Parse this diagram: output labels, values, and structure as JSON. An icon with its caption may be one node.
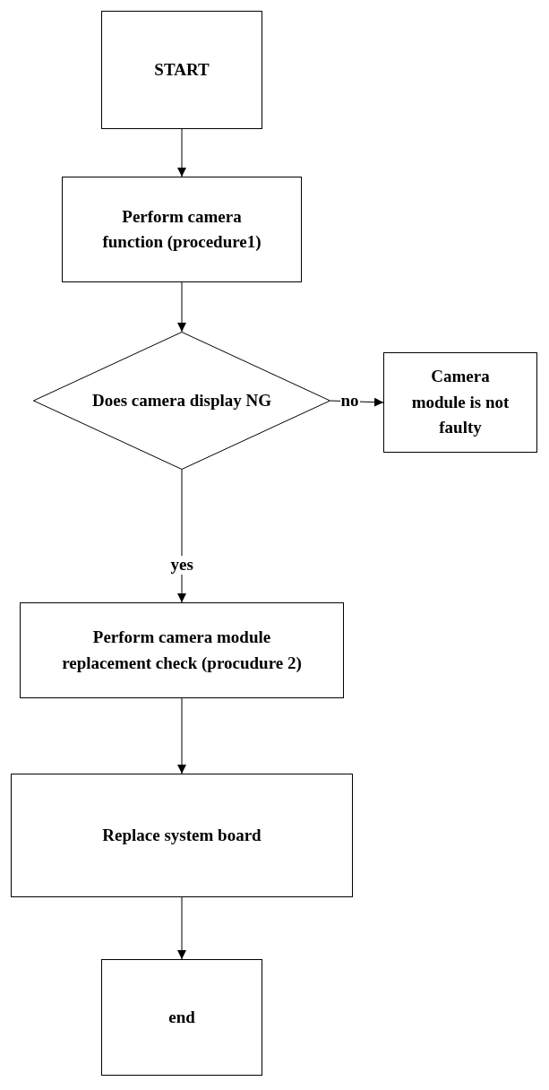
{
  "diagram": {
    "nodes": [
      {
        "text": [
          "START"
        ]
      },
      {
        "text": [
          "Perform camera function (procedure1)"
        ]
      },
      {
        "text": [
          "Does camera display NG"
        ]
      },
      {
        "text": [
          "Camera module is not faulty"
        ]
      },
      {
        "text": [
          "Perform camera module replacement check (procudure 2)"
        ]
      },
      {
        "text": [
          "Replace system board"
        ]
      },
      {
        "text": [
          "end"
        ]
      }
    ],
    "edges": [
      {
        "from": 0,
        "to": 1,
        "arrow": "to"
      },
      {
        "from": 1,
        "to": 2,
        "arrow": "to"
      },
      {
        "from": 2,
        "to": 3,
        "arrow": "to",
        "label": "no"
      },
      {
        "from": 2,
        "to": 4,
        "arrow": "to",
        "label": "yes"
      },
      {
        "from": 4,
        "to": 5,
        "arrow": "to"
      },
      {
        "from": 5,
        "to": 6,
        "arrow": "to"
      }
    ]
  }
}
